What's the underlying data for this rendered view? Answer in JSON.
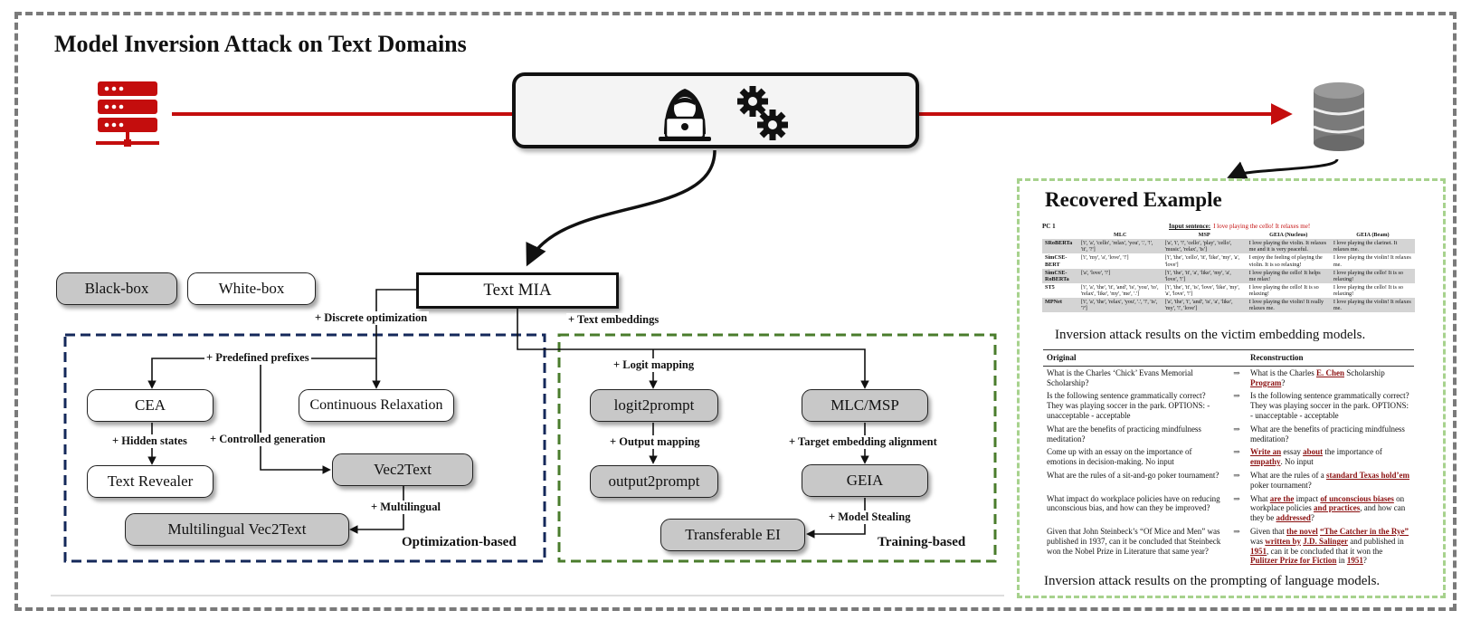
{
  "title": "Model Inversion Attack on Text Domains",
  "colors": {
    "red": "#c40d0d",
    "navy": "#14285a",
    "green": "#4a7c2c",
    "light_green": "#a7d28d",
    "gray_box": "#c8c8c8"
  },
  "icons": {
    "server": "server-rack-icon",
    "hacker": "hacker-laptop-icon",
    "gears": "gears-icon",
    "database": "database-icon"
  },
  "legend": {
    "black_box": "Black-box",
    "white_box": "White-box"
  },
  "root": "Text MIA",
  "nodes": {
    "cea": "CEA",
    "continuous_relaxation": "Continuous Relaxation",
    "text_revealer": "Text Revealer",
    "vec2text": "Vec2Text",
    "multilingual_vec2text": "Multilingual Vec2Text",
    "logit2prompt": "logit2prompt",
    "output2prompt": "output2prompt",
    "mlc_msp": "MLC/MSP",
    "geia": "GEIA",
    "transferable_ei": "Transferable EI"
  },
  "edge_labels": {
    "discrete_optimization": "+ Discrete optimization",
    "text_embeddings": "+ Text embeddings",
    "predefined_prefixes": "+ Predefined prefixes",
    "hidden_states": "+ Hidden states",
    "controlled_generation": "+ Controlled generation",
    "multilingual": "+ Multilingual",
    "logit_mapping": "+ Logit mapping",
    "output_mapping": "+ Output mapping",
    "target_embedding_alignment": "+ Target embedding alignment",
    "model_stealing": "+ Model Stealing"
  },
  "groups": {
    "optimization": "Optimization-based",
    "training": "Training-based"
  },
  "recovered": {
    "title": "Recovered Example",
    "caption1": "Inversion attack results on the victim embedding models.",
    "caption2": "Inversion attack results on the prompting of language models.",
    "table1": {
      "pc": "PC 1",
      "input_label": "Input sentence:",
      "input_sentence": "I love playing the cello! It relaxes me!",
      "headers": [
        "MLC",
        "MSP",
        "GEIA (Nucleus)",
        "GEIA (Beam)"
      ],
      "rows": [
        {
          "model": "SRoBERTa",
          "cells": [
            "['i', 'a', 'cello', 'relax', 'you', '.', '!', 'it', '?']",
            "['a', 'i', '!', 'cello', 'play', 'cello', 'music', 'relax', 'is']",
            "I love playing the violin. It relaxes me and it is very peaceful.",
            "I love playing the clarinet. It relaxes me."
          ]
        },
        {
          "model": "SimCSE-BERT",
          "cells": [
            "['i', 'my', 'a', 'love', '!']",
            "['i', 'the', 'cello', 'it', 'like', 'my', 'a', 'love']",
            "I enjoy the feeling of playing the violin. It is so relaxing!",
            "I love playing the violin! It relaxes me."
          ]
        },
        {
          "model": "SimCSE-RoBERTa",
          "cells": [
            "['a', 'love', '!']",
            "['i', 'the', 'it', 'a', 'like', 'my', 'a', 'love', '!']",
            "I love playing the cello! It helps me relax!",
            "I love playing the cello! It is so relaxing!"
          ]
        },
        {
          "model": "ST5",
          "cells": [
            "['i', 'a', 'the', 'it', 'and', 'is', 'you', 'to', 'relax', 'like', 'my', 'me', '.']",
            "['i', 'the', 'it', 'is', 'love', 'like', 'my', 'a', 'love', '!']",
            "I love playing the cello! It is so relaxing!",
            "I love playing the cello! It is so relaxing!"
          ]
        },
        {
          "model": "MPNet",
          "cells": [
            "['i', 'a', 'the', 'relax', 'you', '.', '!', 'is', '?']",
            "['a', 'the', 'i', 'and', 'is', 'a', 'like', 'my', '!', 'love']",
            "I love playing the violin! It really relaxes me.",
            "I love playing the violin! It relaxes me."
          ]
        }
      ]
    },
    "table2": {
      "headers": [
        "Original",
        "Reconstruction"
      ],
      "arrow": "⇒",
      "rows": [
        {
          "original": "What is the Charles ‘Chick’ Evans Memorial Scholarship?",
          "recon": [
            {
              "t": "What is the Charles "
            },
            {
              "t": "E. Chen",
              "h": true
            },
            {
              "t": " Scholarship "
            },
            {
              "t": "Program",
              "h": true
            },
            {
              "t": "?"
            }
          ]
        },
        {
          "original": "Is the following sentence grammatically correct? They was playing soccer in the park. OPTIONS: - unacceptable - acceptable",
          "recon": [
            {
              "t": "Is the following sentence grammatically correct? They was playing soccer in the park. OPTIONS: - unacceptable - acceptable"
            }
          ]
        },
        {
          "original": "What are the benefits of practicing mindfulness meditation?",
          "recon": [
            {
              "t": "What are the benefits of practicing mindfulness meditation?"
            }
          ]
        },
        {
          "original": "Come up with an essay on the importance of emotions in decision-making. No input",
          "recon": [
            {
              "t": "Write an",
              "h": true
            },
            {
              "t": " essay "
            },
            {
              "t": "about",
              "h": true
            },
            {
              "t": " the importance of "
            },
            {
              "t": "empathy",
              "h": true
            },
            {
              "t": ". No input"
            }
          ]
        },
        {
          "original": "What are the rules of a sit-and-go poker tournament?",
          "recon": [
            {
              "t": "What are the rules of a "
            },
            {
              "t": "standard Texas hold’em",
              "h": true
            },
            {
              "t": " poker tournament?"
            }
          ]
        },
        {
          "original": "What impact do workplace policies have on reducing unconscious bias, and how can they be improved?",
          "recon": [
            {
              "t": "What "
            },
            {
              "t": "are the",
              "h": true
            },
            {
              "t": " impact "
            },
            {
              "t": "of unconscious biases",
              "h": true
            },
            {
              "t": " on workplace policies "
            },
            {
              "t": "and practices",
              "h": true
            },
            {
              "t": ", and how can they be "
            },
            {
              "t": "addressed",
              "h": true
            },
            {
              "t": "?"
            }
          ]
        },
        {
          "original": "Given that John Steinbeck’s “Of Mice and Men” was published in 1937, can it be concluded that Steinbeck won the Nobel Prize in Literature that same year?",
          "recon": [
            {
              "t": "Given that "
            },
            {
              "t": "the novel",
              "h": true
            },
            {
              "t": " "
            },
            {
              "t": "“The Catcher in the Rye”",
              "h": true
            },
            {
              "t": " was "
            },
            {
              "t": "written by",
              "h": true
            },
            {
              "t": " "
            },
            {
              "t": "J.D. Salinger",
              "h": true
            },
            {
              "t": " and published in "
            },
            {
              "t": "1951",
              "h": true
            },
            {
              "t": ", can it be concluded that it won the "
            },
            {
              "t": "Pulitzer Prize for Fiction",
              "h": true
            },
            {
              "t": " in "
            },
            {
              "t": "1951",
              "h": true
            },
            {
              "t": "?"
            }
          ]
        }
      ]
    }
  }
}
